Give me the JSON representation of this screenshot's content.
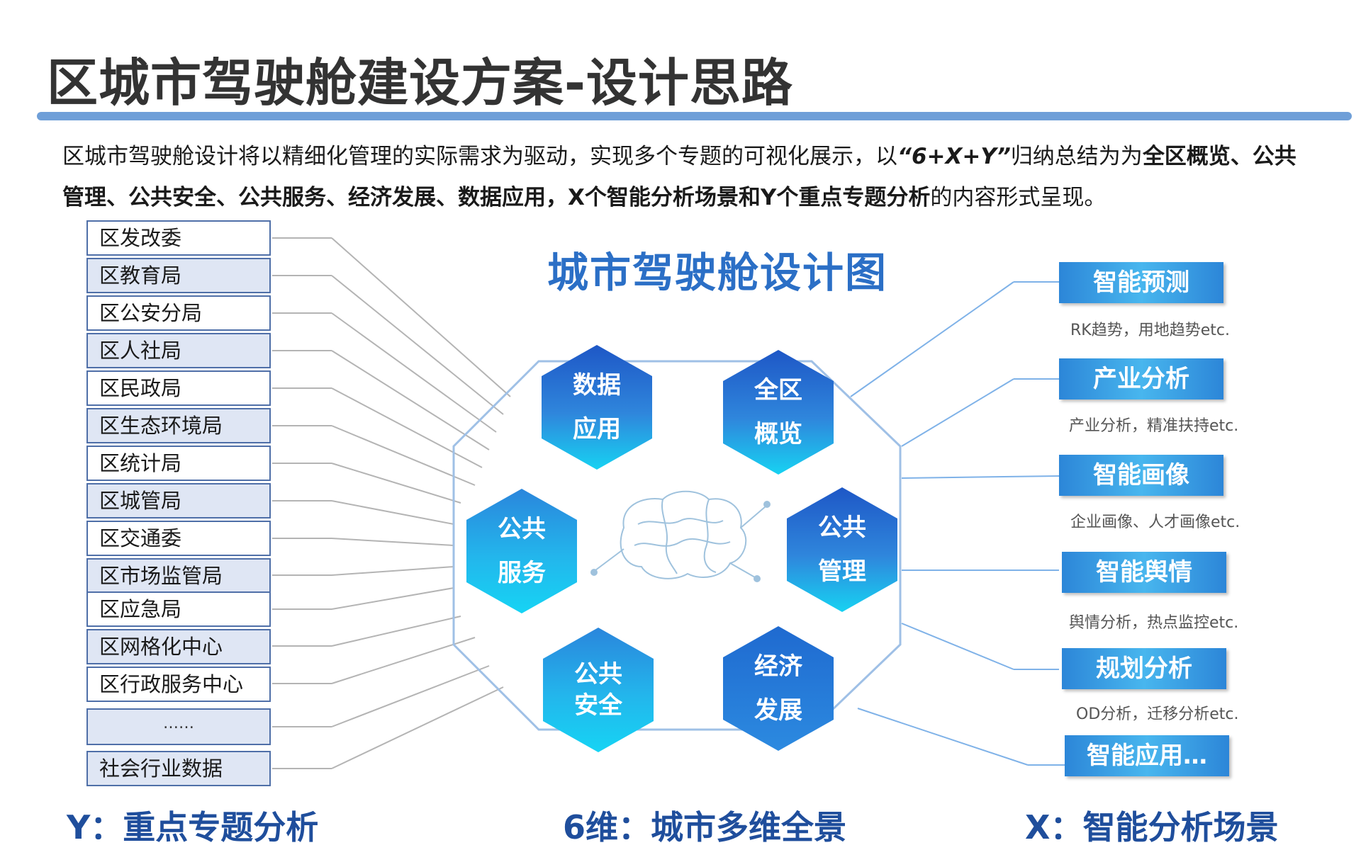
{
  "title": "区城市驾驶舱建设方案-设计思路",
  "intro": {
    "part1": "区城市驾驶舱设计将以精细化管理的实际需求为驱动，实现多个专题的可视化展示，以",
    "formula": "“6+X+Y”",
    "part2": "归纳总结为为",
    "bold1": "全区概览、公共管理、公共安全、公共服务、经济发展、数据应用，X个智能分析场景和Y个重点专题分析",
    "part3": "的内容形式呈现。"
  },
  "departments": [
    "区发改委",
    "区教育局",
    "区公安分局",
    "区人社局",
    "区民政局",
    "区生态环境局",
    "区统计局",
    "区城管局",
    "区交通委",
    "区市场监管局",
    "区应急局",
    "区网格化中心",
    "区行政服务中心"
  ],
  "dept_more": "……",
  "dept_social": "社会行业数据",
  "diagram_title": "城市驾驶舱设计图",
  "hexagons": {
    "data_app": {
      "l1": "数据",
      "l2": "应用"
    },
    "overview": {
      "l1": "全区",
      "l2": "概览"
    },
    "service": {
      "l1": "公共",
      "l2": "服务"
    },
    "management": {
      "l1": "公共",
      "l2": "管理"
    },
    "safety": {
      "l1": "公共",
      "l2": "安全"
    },
    "economy": {
      "l1": "经济",
      "l2": "发展"
    }
  },
  "scenes": [
    {
      "label": "智能预测",
      "desc": "RK趋势，用地趋势etc."
    },
    {
      "label": "产业分析",
      "desc": "产业分析，精准扶持etc."
    },
    {
      "label": "智能画像",
      "desc": "企业画像、人才画像etc."
    },
    {
      "label": "智能舆情",
      "desc": "舆情分析，热点监控etc."
    },
    {
      "label": "规划分析",
      "desc": "OD分析，迁移分析etc."
    },
    {
      "label": "智能应用…",
      "desc": ""
    }
  ],
  "footer": {
    "y": "Y：重点专题分析",
    "six": "6维：城市多维全景",
    "x": "X：智能分析场景"
  },
  "colors": {
    "accent": "#2b6fc6",
    "title_bar": "#6f9fd8",
    "footer": "#1f4e9c"
  }
}
